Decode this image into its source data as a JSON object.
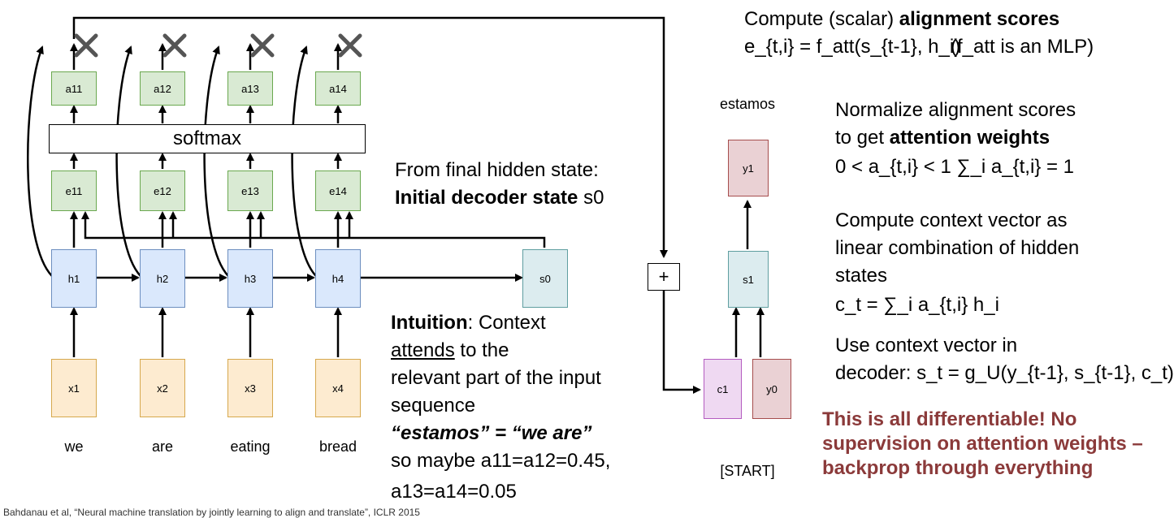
{
  "diagram": {
    "attention": [
      "a11",
      "a12",
      "a13",
      "a14"
    ],
    "scores": [
      "e11",
      "e12",
      "e13",
      "e14"
    ],
    "hidden": [
      "h1",
      "h2",
      "h3",
      "h4"
    ],
    "inputs": [
      "x1",
      "x2",
      "x3",
      "x4"
    ],
    "words": [
      "we",
      "are",
      "eating",
      "bread"
    ],
    "softmax_label": "softmax",
    "s0": "s0",
    "s1": "s1",
    "y1": "y1",
    "y0": "y0",
    "c1": "c1",
    "plus": "+",
    "output_word": "estamos",
    "start_token": "[START]"
  },
  "captions": {
    "compute_scores_prefix": "Compute (scalar) ",
    "compute_scores_bold": "alignment scores",
    "score_formula": "e_{t,i} = f_att(s_{t-1}, h_i)",
    "score_note": "(f_att is an MLP)",
    "normalize_1": "Normalize alignment scores",
    "normalize_2_prefix": "to get ",
    "normalize_2_bold": "attention weights",
    "weights_formula": "0 < a_{t,i} < 1    ∑_i a_{t,i} = 1",
    "context_1": "Compute context vector as",
    "context_2": "linear combination of hidden",
    "context_3": "states",
    "context_formula": "c_t = ∑_i a_{t,i} h_i",
    "use_1": "Use context vector in",
    "use_2": "decoder: s_t = g_U(y_{t-1}, s_{t-1}, c_t)",
    "final_state_1": "From final hidden state:",
    "final_state_2_bold": "Initial decoder state",
    "final_state_2_tail": " s0",
    "intuition_bold": "Intuition",
    "intuition_1": ": Context",
    "intuition_2_underline": "attends",
    "intuition_2_tail": " to the",
    "intuition_3": "relevant part of the input",
    "intuition_4": "sequence",
    "intuition_5": "“estamos” = “we are”",
    "intuition_6": "so maybe a11=a12=0.45,",
    "intuition_7": "a13=a14=0.05",
    "differentiable": "This is all differentiable! No supervision on attention weights – backprop through everything",
    "citation": "Bahdanau et al, “Neural machine translation by jointly learning to align and translate”, ICLR 2015"
  }
}
